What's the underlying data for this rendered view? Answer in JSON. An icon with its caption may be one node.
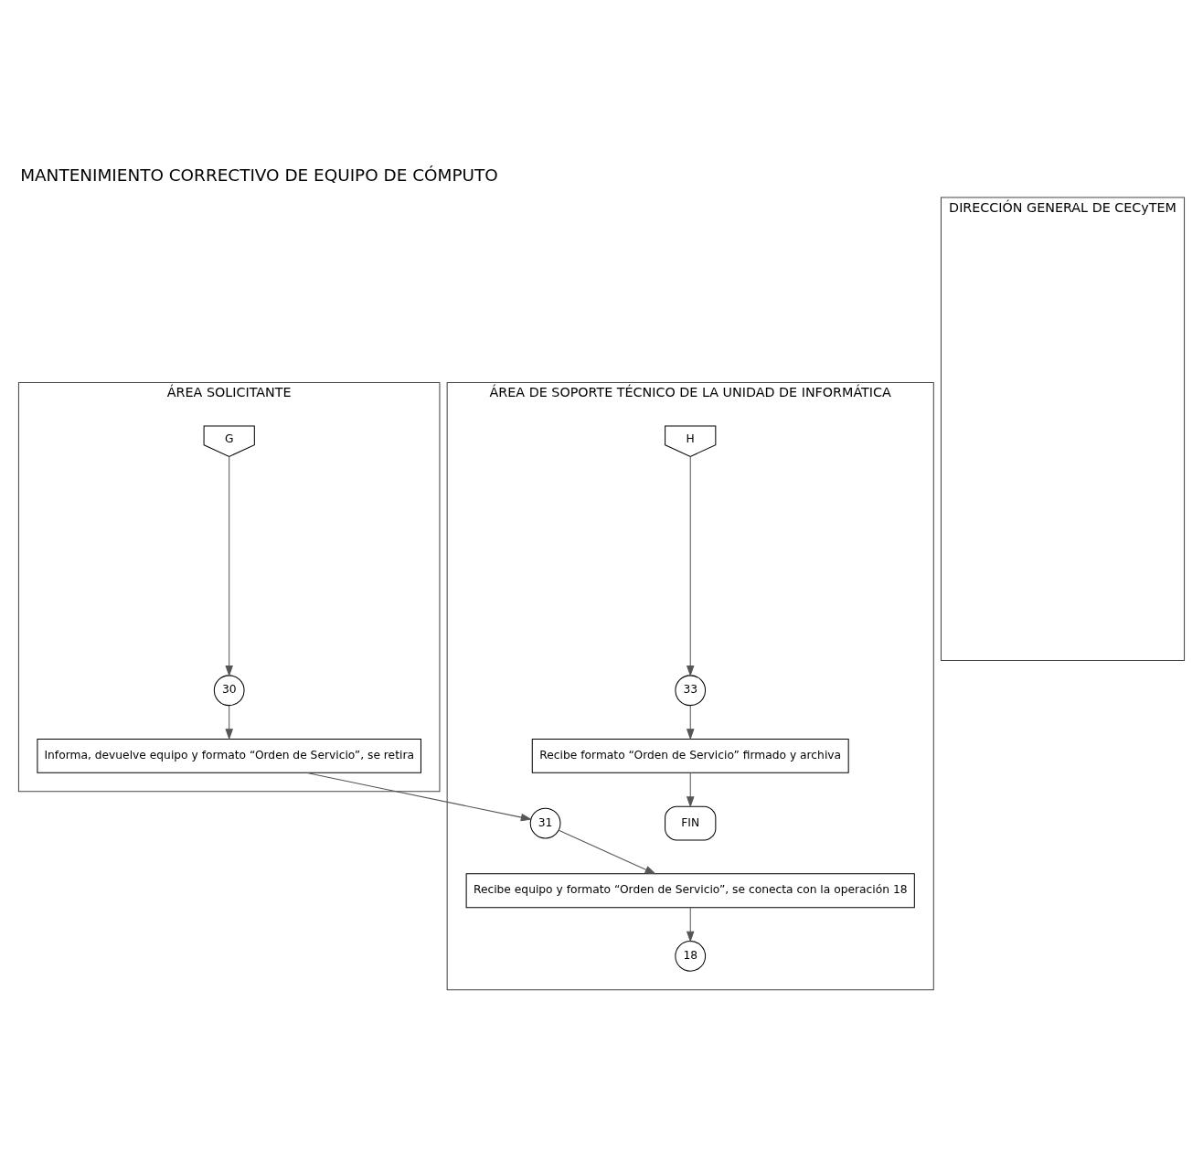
{
  "diagram": {
    "title": "MANTENIMIENTO CORRECTIVO DE EQUIPO DE CÓMPUTO",
    "nodes": [
      {
        "text": [
          "ÁREA SOLICITANTE"
        ]
      },
      {
        "text": [
          "ÁREA DE SOPORTE TÉCNICO DE LA UNIDAD DE INFORMÁTICA"
        ]
      },
      {
        "text": [
          "DIRECCIÓN GENERAL DE CECyTEM"
        ]
      },
      {
        "text": [
          "G"
        ],
        "in": 0
      },
      {
        "text": [
          "30"
        ],
        "in": 0
      },
      {
        "text": [
          "Informa, devuelve equipo y formato “Orden de Servicio”, se retira"
        ],
        "in": 0
      },
      {
        "text": [
          "31"
        ],
        "in": 1
      },
      {
        "text": [
          "Recibe equipo y formato “Orden de Servicio”, se conecta con la operación 18"
        ],
        "in": 1
      },
      {
        "text": [
          "18"
        ],
        "in": 1
      },
      {
        "text": [
          "H"
        ],
        "in": 1
      },
      {
        "text": [
          "33"
        ],
        "in": 1
      },
      {
        "text": [
          "Recibe formato “Orden de Servicio” firmado y archiva"
        ],
        "in": 1
      },
      {
        "text": [
          "FIN"
        ],
        "in": 1
      }
    ],
    "edges": [
      {
        "from": 3,
        "to": 4,
        "arrow": "to"
      },
      {
        "from": 4,
        "to": 5,
        "arrow": "to"
      },
      {
        "from": 5,
        "to": 6,
        "arrow": "to"
      },
      {
        "from": 6,
        "to": 7,
        "arrow": "to"
      },
      {
        "from": 7,
        "to": 8,
        "arrow": "to"
      },
      {
        "from": 9,
        "to": 10,
        "arrow": "to"
      },
      {
        "from": 10,
        "to": 11,
        "arrow": "to"
      },
      {
        "from": 11,
        "to": 12,
        "arrow": "to"
      }
    ]
  }
}
